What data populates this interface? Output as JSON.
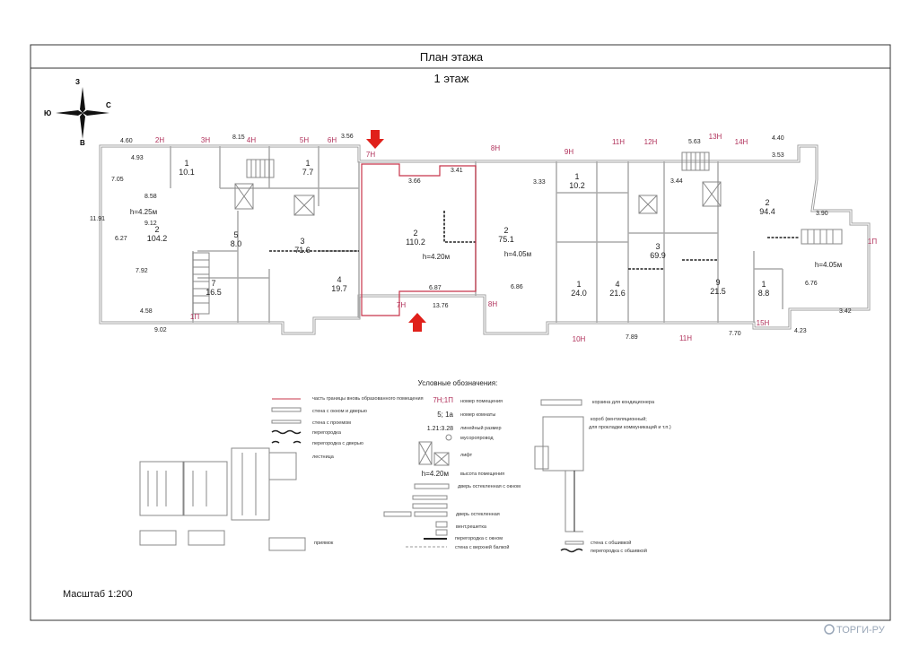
{
  "header": {
    "title": "План этажа",
    "floor": "1 этаж"
  },
  "compass": {
    "north": "З",
    "west": "Ю",
    "east": "С",
    "south": "В"
  },
  "units": [
    "2Н",
    "3Н",
    "4Н",
    "5Н",
    "6Н",
    "7Н",
    "8Н",
    "9Н",
    "11Н",
    "12Н",
    "13Н",
    "14Н",
    "1П",
    "15Н",
    "11Н",
    "10Н",
    "8Н",
    "7Н",
    "1П"
  ],
  "rooms": [
    {
      "num": "1",
      "area": "10.1"
    },
    {
      "num": "2",
      "area": "104.2"
    },
    {
      "num": "3",
      "area": "71.6"
    },
    {
      "num": "4",
      "area": "19.7"
    },
    {
      "num": "7",
      "area": "16.5"
    },
    {
      "num": "1",
      "area": "7.7"
    },
    {
      "num": "2",
      "area": "110.2"
    },
    {
      "num": "2",
      "area": "75.1"
    },
    {
      "num": "1",
      "area": "10.2"
    },
    {
      "num": "1",
      "area": "24.0"
    },
    {
      "num": "4",
      "area": "21.6"
    },
    {
      "num": "3",
      "area": "69.9"
    },
    {
      "num": "2",
      "area": "94.4"
    },
    {
      "num": "9",
      "area": "21.5"
    },
    {
      "num": "1",
      "area": "8.8"
    },
    {
      "num": "5",
      "area": "8.0"
    }
  ],
  "heights": [
    "h=4.25м",
    "h=4.20м",
    "h=4.05м",
    "h=4.05м"
  ],
  "dimensions": [
    "4.60",
    "4.93",
    "7.05",
    "11.91",
    "8.58",
    "9.12",
    "6.27",
    "7.92",
    "4.58",
    "9.02",
    "8.15",
    "3.56",
    "3.41",
    "3.66",
    "13.76",
    "6.87",
    "6.86",
    "3.33",
    "7.89",
    "7.70",
    "4.40",
    "3.53",
    "3.90",
    "6.76",
    "3.42",
    "4.23",
    "5.63",
    "3.44"
  ],
  "legend": {
    "title": "Условные обозначения:",
    "left": [
      "часть границы вновь образованного помещения",
      "стена с окном и дверью",
      "стена с проемом",
      "перегородка",
      "перегородка с дверью",
      "лестница",
      "приямок"
    ],
    "middle_samples": [
      "7Н;1П",
      "5; 1а",
      "1.21:3.28",
      "h=4.20м"
    ],
    "middle": [
      "номер помещения",
      "номер комнаты",
      "линейный размер",
      "мусоропровод",
      "лифт",
      "высота помещения",
      "дверь остекленная с окном",
      "дверь остекленная",
      "вент.решетка",
      "перегородка с окном",
      "стена с верхней балкой"
    ],
    "right": [
      "корзина для кондиционера",
      "короб (вентиляционный;",
      "для прокладки коммуникаций и т.п.)",
      "стена с обшивкой",
      "перегородка с обшивкой"
    ]
  },
  "scale": "Масштаб 1:200",
  "watermark": "ТОРГИ-РУ",
  "colors": {
    "unit": "#b0305a",
    "boundary": "#c8344a",
    "arrow": "#e0201a"
  }
}
